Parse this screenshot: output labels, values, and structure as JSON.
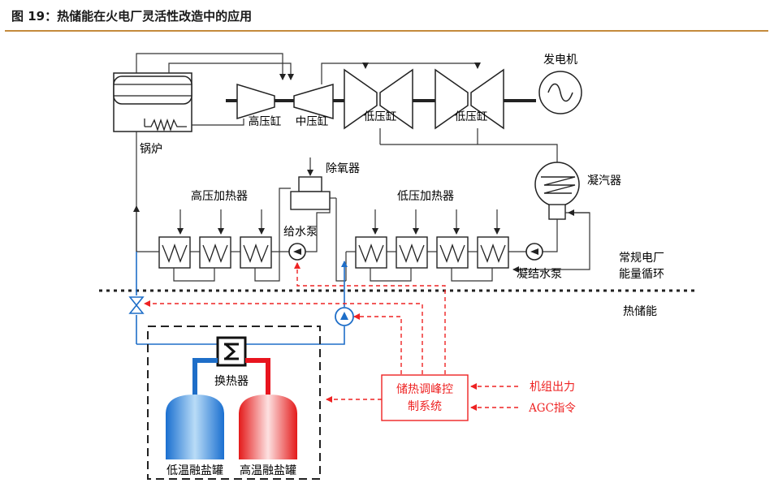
{
  "figure": {
    "title": "图 19：热储能在火电厂灵活性改造中的应用"
  },
  "labels": {
    "generator": "发电机",
    "hp_cylinder": "高压缸",
    "ip_cylinder": "中压缸",
    "lp_cylinder_1": "低压缸",
    "lp_cylinder_2": "低压缸",
    "boiler": "锅炉",
    "deaerator": "除氧器",
    "condenser": "凝汽器",
    "hp_heaters": "高压加热器",
    "lp_heaters": "低压加热器",
    "feed_pump": "给水泵",
    "condensate_pump": "凝结水泵",
    "conventional_cycle_line1": "常规电厂",
    "conventional_cycle_line2": "能量循环",
    "thermal_storage": "热储能",
    "heat_exchanger": "换热器",
    "control_system_line1": "储热调峰控",
    "control_system_line2": "制系统",
    "unit_output": "机组出力",
    "agc_command": "AGC指令",
    "low_temp_tank": "低温融盐罐",
    "high_temp_tank": "高温融盐罐"
  },
  "colors": {
    "accent_rule": "#c48a3c",
    "control_red": "#ee2222",
    "water_blue": "#1e6ec8",
    "hot_red": "#e8141e",
    "line_gray": "#333333"
  }
}
